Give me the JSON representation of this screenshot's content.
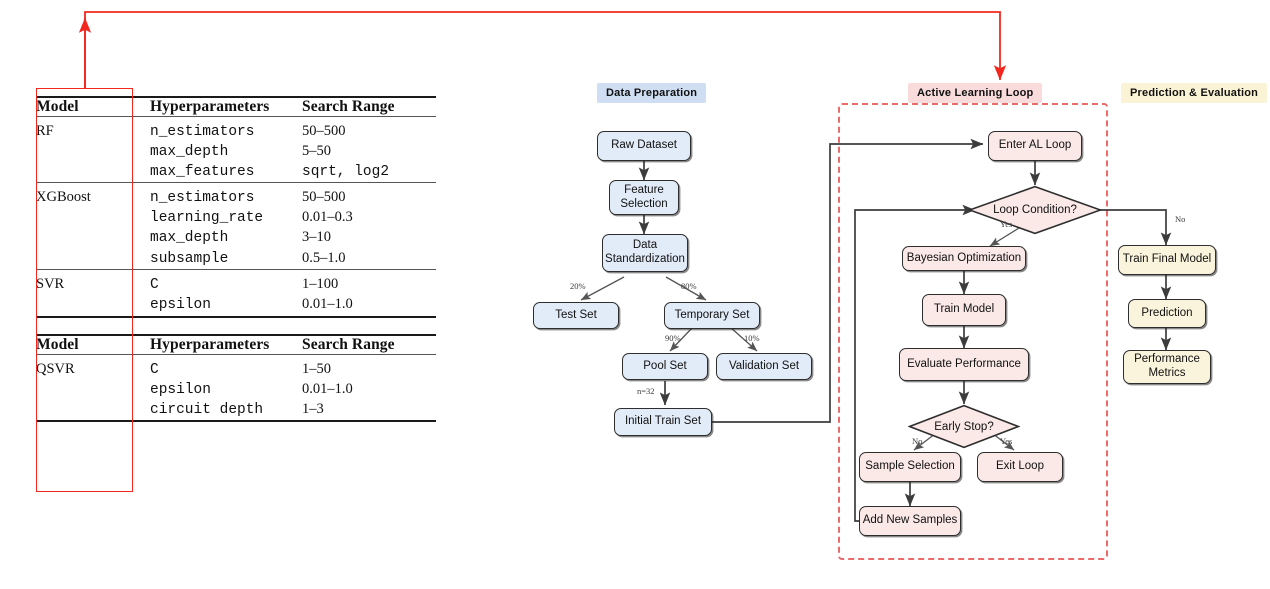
{
  "annotation": {
    "color": "#f4271f",
    "highlight_box_name": "model-column-highlight",
    "arrow_name": "model-to-al-loop-arrow"
  },
  "table": {
    "name": "hyperparameter-search-table",
    "blocks": [
      {
        "headers": [
          "Model",
          "Hyperparameters",
          "Search Range"
        ],
        "groups": [
          {
            "model": "RF",
            "rows": [
              {
                "hyperparameter": "n_estimators",
                "range": "50–500"
              },
              {
                "hyperparameter": "max_depth",
                "range": "5–50"
              },
              {
                "hyperparameter": "max_features",
                "range": "sqrt, log2"
              }
            ]
          },
          {
            "model": "XGBoost",
            "rows": [
              {
                "hyperparameter": "n_estimators",
                "range": "50–500"
              },
              {
                "hyperparameter": "learning_rate",
                "range": "0.01–0.3"
              },
              {
                "hyperparameter": "max_depth",
                "range": "3–10"
              },
              {
                "hyperparameter": "subsample",
                "range": "0.5–1.0"
              }
            ]
          },
          {
            "model": "SVR",
            "rows": [
              {
                "hyperparameter": "C",
                "range": "1–100"
              },
              {
                "hyperparameter": "epsilon",
                "range": "0.01–1.0"
              }
            ]
          }
        ]
      },
      {
        "headers": [
          "Model",
          "Hyperparameters",
          "Search Range"
        ],
        "groups": [
          {
            "model": "QSVR",
            "rows": [
              {
                "hyperparameter": "C",
                "range": "1–50"
              },
              {
                "hyperparameter": "epsilon",
                "range": "0.01–1.0"
              },
              {
                "hyperparameter": "circuit depth",
                "range": "1–3"
              }
            ]
          }
        ]
      }
    ]
  },
  "flowchart": {
    "sections": [
      {
        "id": "data-preparation",
        "label": "Data Preparation",
        "style": "blue",
        "color": "#cfdef2"
      },
      {
        "id": "active-learning-loop",
        "label": "Active Learning Loop",
        "style": "pink",
        "color": "#fadbdc"
      },
      {
        "id": "prediction-evaluation",
        "label": "Prediction & Evaluation",
        "style": "cream",
        "color": "#fbf3d5"
      }
    ],
    "nodes": {
      "raw_dataset": "Raw Dataset",
      "feature_selection": "Feature\nSelection",
      "feature_selection_l1": "Feature",
      "feature_selection_l2": "Selection",
      "data_standardization_l1": "Data",
      "data_standardization_l2": "Standardization",
      "test_set": "Test Set",
      "temporary_set": "Temporary Set",
      "pool_set": "Pool Set",
      "validation_set": "Validation Set",
      "initial_train_set": "Initial Train Set",
      "enter_al_loop": "Enter AL Loop",
      "loop_condition": "Loop Condition?",
      "bayesian_optimization": "Bayesian Optimization",
      "train_model": "Train Model",
      "evaluate_performance": "Evaluate Performance",
      "early_stop": "Early Stop?",
      "sample_selection": "Sample Selection",
      "exit_loop": "Exit Loop",
      "add_new_samples": "Add New Samples",
      "train_final_model": "Train Final Model",
      "prediction": "Prediction",
      "performance_metrics_l1": "Performance",
      "performance_metrics_l2": "Metrics"
    },
    "edge_labels": {
      "test_split": "20%",
      "temp_split": "80%",
      "pool_split": "90%",
      "validation_split": "10%",
      "initial_n": "n=32",
      "loop_yes": "Yes",
      "loop_no": "No",
      "early_no": "No",
      "early_yes": "Yes"
    }
  }
}
